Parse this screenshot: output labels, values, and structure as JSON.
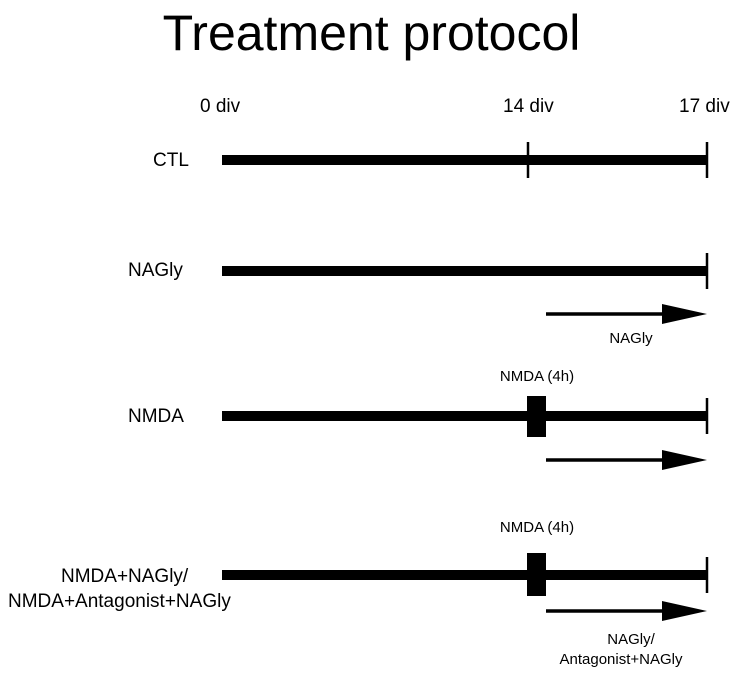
{
  "title": "Treatment protocol",
  "timepoints": [
    "0 div",
    "14 div",
    "17 div"
  ],
  "rows": {
    "ctl": {
      "label": "CTL"
    },
    "nagly": {
      "label": "NAGly",
      "arrow_label": "NAGly"
    },
    "nmda": {
      "label": "NMDA",
      "pulse_label": "NMDA (4h)"
    },
    "combo": {
      "label_line1": "NMDA+NAGly/",
      "label_line2": "NMDA+Antagonist+NAGly",
      "pulse_label": "NMDA (4h)",
      "arrow_label_line1": "NAGly/",
      "arrow_label_line2": "Antagonist+NAGly"
    }
  }
}
